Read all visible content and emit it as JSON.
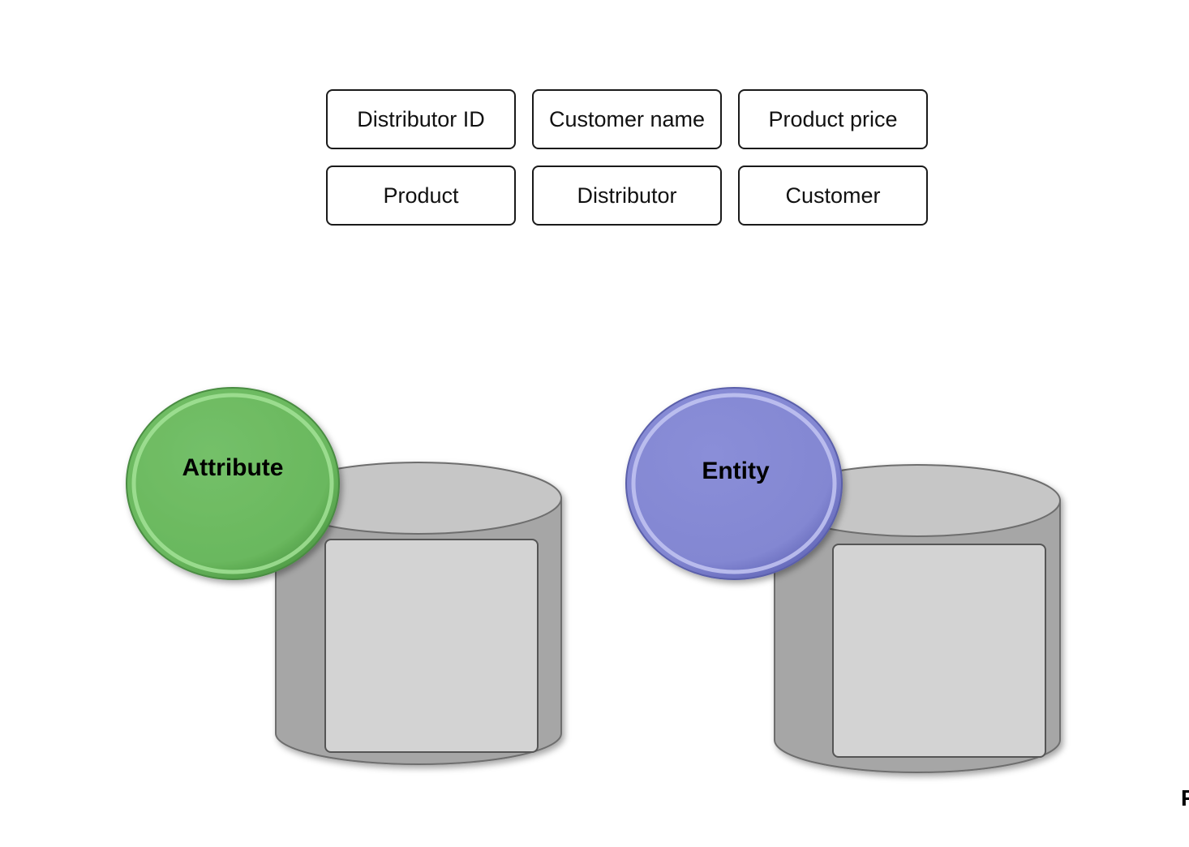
{
  "chips": [
    {
      "label": "Distributor ID"
    },
    {
      "label": "Customer name"
    },
    {
      "label": "Product price"
    },
    {
      "label": "Product"
    },
    {
      "label": "Distributor"
    },
    {
      "label": "Customer"
    }
  ],
  "buckets": [
    {
      "label": "Attribute",
      "color": "#6fbb63"
    },
    {
      "label": "Entity",
      "color": "#8589d3"
    }
  ],
  "edge_fragment": "F"
}
